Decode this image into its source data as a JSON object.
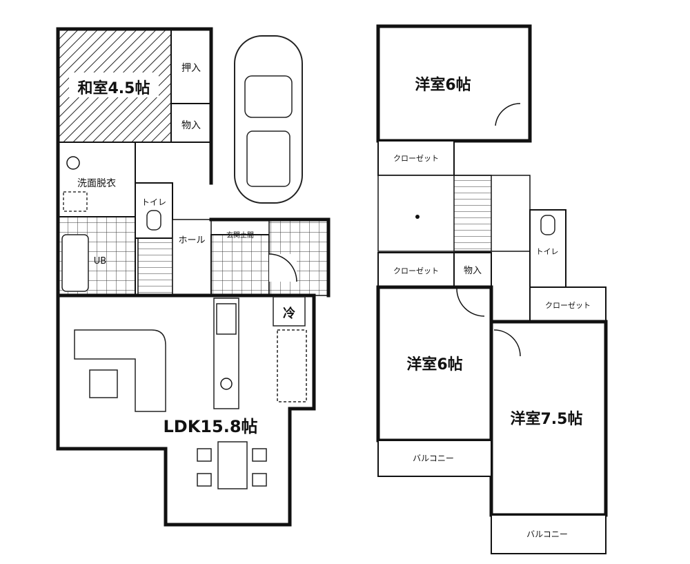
{
  "floor1": {
    "washitsu": "和室4.5帖",
    "oshiire": "押入",
    "monoire": "物入",
    "senmen": "洗面脱衣",
    "toilet": "トイレ",
    "hall": "ホール",
    "genkan": "玄関土間",
    "ub": "UB",
    "rei": "冷",
    "ldk": "LDK15.8帖"
  },
  "floor2": {
    "youshitsu_top": "洋室6帖",
    "closet_top": "クローゼット",
    "closet_mid": "クローゼット",
    "monoire": "物入",
    "toilet": "トイレ",
    "closet_right": "クローゼット",
    "youshitsu_mid": "洋室6帖",
    "youshitsu_right": "洋室7.5帖",
    "balcony_left": "バルコニー",
    "balcony_right": "バルコニー"
  }
}
